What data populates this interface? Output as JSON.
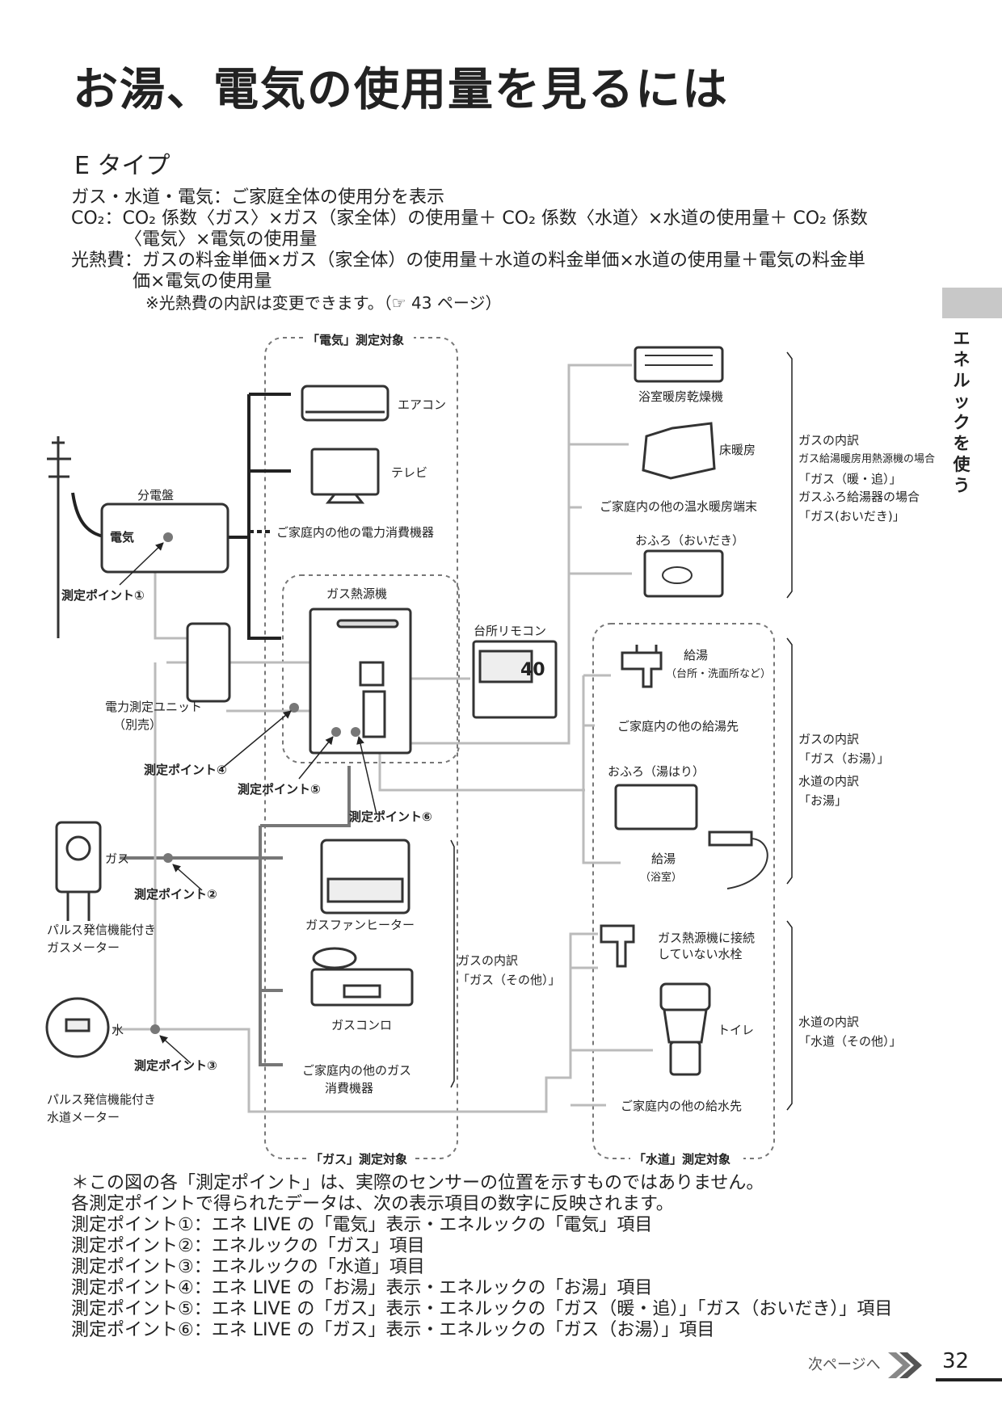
{
  "title": "お湯、電気の使用量を見るには",
  "subtitle": "E タイプ",
  "intro": {
    "line1": "ガス・水道・電気：ご家庭全体の使用分を表示",
    "line2": "CO₂：CO₂ 係数〈ガス〉×ガス（家全体）の使用量＋ CO₂ 係数〈水道〉×水道の使用量＋ CO₂ 係数",
    "line3": "〈電気〉×電気の使用量",
    "line4": "光熱費：ガスの料金単価×ガス（家全体）の使用量＋水道の料金単価×水道の使用量＋電気の料金単",
    "line5": "価×電気の使用量",
    "line6": "※光熱費の内訳は変更できます。（☞ 43 ページ）"
  },
  "side_tab": "エネルックを使う",
  "diagram": {
    "electric_zone": "「電気」測定対象",
    "gas_zone": "「ガス」測定対象",
    "water_zone": "「水道」測定対象",
    "aircon": "エアコン",
    "tv": "テレビ",
    "other_electric": "ご家庭内の他の電力消費機器",
    "panel": "分電盤",
    "panel_electric": "電気",
    "point1": "測定ポイント①",
    "point2": "測定ポイント②",
    "point3": "測定ポイント③",
    "point4": "測定ポイント④",
    "point5": "測定ポイント⑤",
    "point6": "測定ポイント⑥",
    "power_unit_1": "電力測定ユニット",
    "power_unit_2": "（別売）",
    "gas_label": "ガス",
    "water_label": "水",
    "gas_meter_1": "パルス発信機能付き",
    "gas_meter_2": "ガスメーター",
    "water_meter_1": "パルス発信機能付き",
    "water_meter_2": "水道メーター",
    "heat_source": "ガス熱源機",
    "remote": "台所リモコン",
    "remote_temp": "40",
    "bath_dryer": "浴室暖房乾燥機",
    "floor_heating": "床暖房",
    "other_heating": "ご家庭内の他の温水暖房端末",
    "bath_reheat": "おふろ（おいだき）",
    "gas_breakdown_1": "ガスの内訳",
    "gas_breakdown_2": "ガス給湯暖房用熱源機の場合",
    "gas_breakdown_3": "「ガス（暖・追）」",
    "gas_breakdown_4": "ガスふろ給湯器の場合",
    "gas_breakdown_5": "「ガス(おいだき)」",
    "hot_water_1": "給湯",
    "hot_water_1b": "（台所・洗面所など）",
    "other_hot_water": "ご家庭内の他の給湯先",
    "bath_fill": "おふろ（湯はり）",
    "hot_water_2": "給湯",
    "hot_water_2b": "（浴室）",
    "gas_hot_1": "ガスの内訳",
    "gas_hot_2": "「ガス（お湯）」",
    "water_hot_1": "水道の内訳",
    "water_hot_2": "「お湯」",
    "fan_heater": "ガスファンヒーター",
    "stove": "ガスコンロ",
    "other_gas_1": "ご家庭内の他のガス",
    "other_gas_2": "消費機器",
    "gas_other_1": "ガスの内訳",
    "gas_other_2": "「ガス（その他）」",
    "faucet_1": "ガス熱源機に接続",
    "faucet_2": "していない水栓",
    "toilet": "トイレ",
    "other_water": "ご家庭内の他の給水先",
    "water_other_1": "水道の内訳",
    "water_other_2": "「水道（その他）」"
  },
  "notes": [
    "＊この図の各「測定ポイント」は、実際のセンサーの位置を示すものではありません。",
    "各測定ポイントで得られたデータは、次の表示項目の数字に反映されます。",
    "測定ポイント①：エネ LIVE の「電気」表示・エネルックの「電気」項目",
    "測定ポイント②：エネルックの「ガス」項目",
    "測定ポイント③：エネルックの「水道」項目",
    "測定ポイント④：エネ LIVE の「お湯」表示・エネルックの「お湯」項目",
    "測定ポイント⑤：エネ LIVE の「ガス」表示・エネルックの「ガス（暖・追）」「ガス（おいだき）」項目",
    "測定ポイント⑥：エネ LIVE の「ガス」表示・エネルックの「ガス（お湯）」項目"
  ],
  "next_page": "次ページへ",
  "page_number": "32"
}
